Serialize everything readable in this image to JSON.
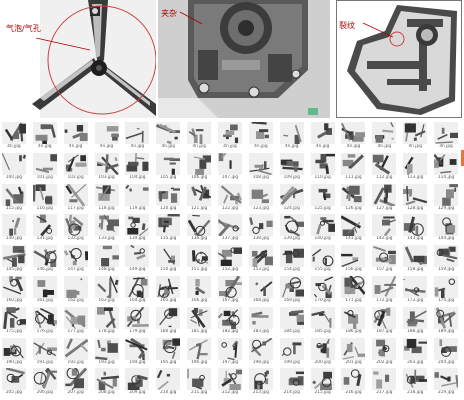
{
  "annotations": {
    "panel1_label": "气泡/气孔",
    "panel2_label": "夹杂",
    "panel3_label": "裂纹"
  },
  "colors": {
    "annotation_red": "#b00000",
    "scroll_marker": "#e8743b"
  },
  "thumbnails": [
    {
      "name": "4n.jpg"
    },
    {
      "name": "4n.jpg"
    },
    {
      "name": "4n.jpg"
    },
    {
      "name": "4n.jpg"
    },
    {
      "name": "4n.jpg"
    },
    {
      "name": "4n.jpg"
    },
    {
      "name": "4n.jpg"
    },
    {
      "name": "4n.jpg"
    },
    {
      "name": "4n.jpg"
    },
    {
      "name": "4n.jpg"
    },
    {
      "name": "4n.jpg"
    },
    {
      "name": "4n.jpg"
    },
    {
      "name": "4n.jpg"
    },
    {
      "name": "4n.jpg"
    },
    {
      "name": "4n.jpg"
    },
    {
      "name": "100.jpg"
    },
    {
      "name": "101.jpg"
    },
    {
      "name": "102.jpg"
    },
    {
      "name": "103.jpg"
    },
    {
      "name": "104.jpg"
    },
    {
      "name": "105.jpg"
    },
    {
      "name": "106.jpg"
    },
    {
      "name": "107.jpg"
    },
    {
      "name": "108.jpg"
    },
    {
      "name": "109.jpg"
    },
    {
      "name": "110.jpg"
    },
    {
      "name": "111.jpg"
    },
    {
      "name": "112.jpg"
    },
    {
      "name": "113.jpg"
    },
    {
      "name": "114.jpg"
    },
    {
      "name": "115.jpg"
    },
    {
      "name": "116.jpg"
    },
    {
      "name": "117.jpg"
    },
    {
      "name": "118.jpg"
    },
    {
      "name": "119.jpg"
    },
    {
      "name": "120.jpg"
    },
    {
      "name": "121.jpg"
    },
    {
      "name": "122.jpg"
    },
    {
      "name": "123.jpg"
    },
    {
      "name": "124.jpg"
    },
    {
      "name": "125.jpg"
    },
    {
      "name": "126.jpg"
    },
    {
      "name": "127.jpg"
    },
    {
      "name": "128.jpg"
    },
    {
      "name": "129.jpg"
    },
    {
      "name": "130.jpg"
    },
    {
      "name": "131.jpg"
    },
    {
      "name": "132.jpg"
    },
    {
      "name": "133.jpg"
    },
    {
      "name": "134.jpg"
    },
    {
      "name": "135.jpg"
    },
    {
      "name": "136.jpg"
    },
    {
      "name": "137.jpg"
    },
    {
      "name": "138.jpg"
    },
    {
      "name": "139.jpg"
    },
    {
      "name": "140.jpg"
    },
    {
      "name": "141.jpg"
    },
    {
      "name": "142.jpg"
    },
    {
      "name": "143.jpg"
    },
    {
      "name": "144.jpg"
    },
    {
      "name": "145.jpg"
    },
    {
      "name": "146.jpg"
    },
    {
      "name": "147.jpg"
    },
    {
      "name": "148.jpg"
    },
    {
      "name": "149.jpg"
    },
    {
      "name": "150.jpg"
    },
    {
      "name": "151.jpg"
    },
    {
      "name": "152.jpg"
    },
    {
      "name": "153.jpg"
    },
    {
      "name": "154.jpg"
    },
    {
      "name": "155.jpg"
    },
    {
      "name": "156.jpg"
    },
    {
      "name": "157.jpg"
    },
    {
      "name": "158.jpg"
    },
    {
      "name": "159.jpg"
    },
    {
      "name": "160.jpg"
    },
    {
      "name": "161.jpg"
    },
    {
      "name": "162.jpg"
    },
    {
      "name": "163.jpg"
    },
    {
      "name": "164.jpg"
    },
    {
      "name": "165.jpg"
    },
    {
      "name": "166.jpg"
    },
    {
      "name": "167.jpg"
    },
    {
      "name": "168.jpg"
    },
    {
      "name": "169.jpg"
    },
    {
      "name": "170.jpg"
    },
    {
      "name": "171.jpg"
    },
    {
      "name": "172.jpg"
    },
    {
      "name": "173.jpg"
    },
    {
      "name": "174.jpg"
    },
    {
      "name": "175.jpg"
    },
    {
      "name": "176.jpg"
    },
    {
      "name": "177.jpg"
    },
    {
      "name": "178.jpg"
    },
    {
      "name": "179.jpg"
    },
    {
      "name": "180.jpg"
    },
    {
      "name": "181.jpg"
    },
    {
      "name": "182.jpg"
    },
    {
      "name": "183.jpg"
    },
    {
      "name": "184.jpg"
    },
    {
      "name": "185.jpg"
    },
    {
      "name": "186.jpg"
    },
    {
      "name": "187.jpg"
    },
    {
      "name": "188.jpg"
    },
    {
      "name": "189.jpg"
    },
    {
      "name": "190.jpg"
    },
    {
      "name": "191.jpg"
    },
    {
      "name": "192.jpg"
    },
    {
      "name": "193.jpg"
    },
    {
      "name": "194.jpg"
    },
    {
      "name": "195.jpg"
    },
    {
      "name": "196.jpg"
    },
    {
      "name": "197.jpg"
    },
    {
      "name": "198.jpg"
    },
    {
      "name": "199.jpg"
    },
    {
      "name": "200.jpg"
    },
    {
      "name": "201.jpg"
    },
    {
      "name": "202.jpg"
    },
    {
      "name": "203.jpg"
    },
    {
      "name": "204.jpg"
    },
    {
      "name": "205.jpg"
    },
    {
      "name": "206.jpg"
    },
    {
      "name": "207.jpg"
    },
    {
      "name": "208.jpg"
    },
    {
      "name": "209.jpg"
    },
    {
      "name": "210.jpg"
    },
    {
      "name": "211.jpg"
    },
    {
      "name": "212.jpg"
    },
    {
      "name": "213.jpg"
    },
    {
      "name": "214.jpg"
    },
    {
      "name": "215.jpg"
    },
    {
      "name": "216.jpg"
    },
    {
      "name": "217.jpg"
    },
    {
      "name": "218.jpg"
    },
    {
      "name": "219.jpg"
    }
  ]
}
